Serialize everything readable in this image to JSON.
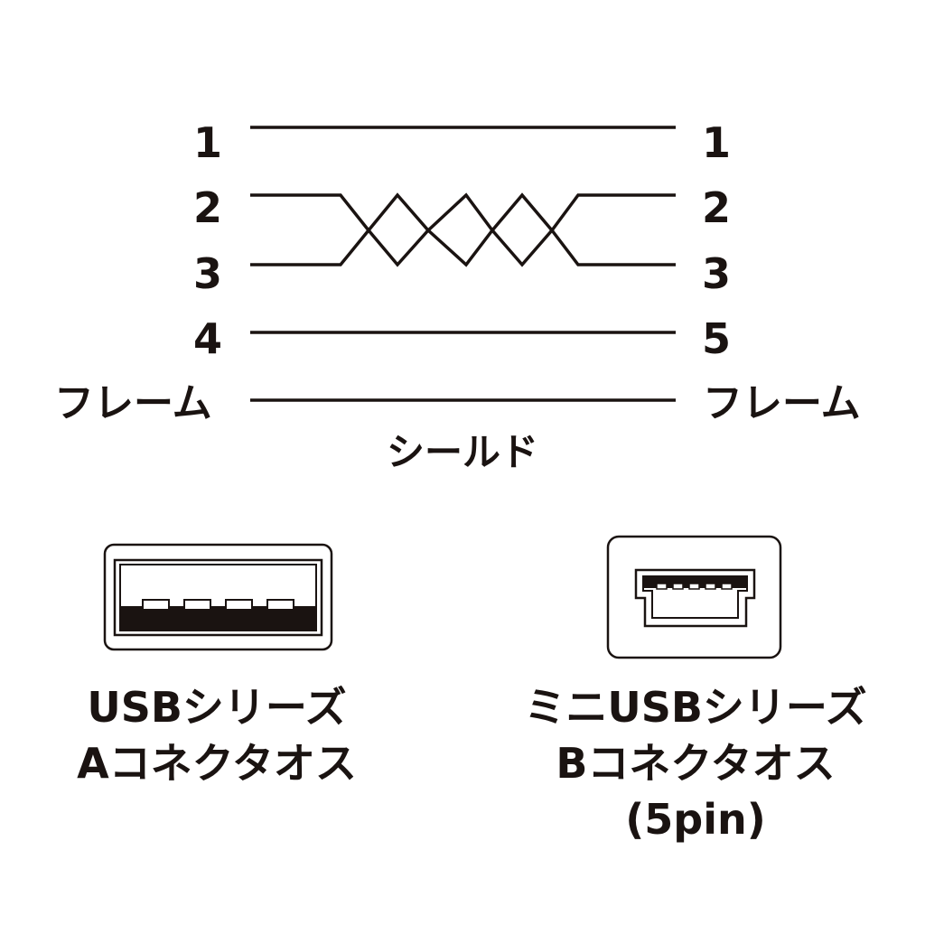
{
  "wiring": {
    "left_pins": [
      "1",
      "2",
      "3",
      "4"
    ],
    "right_pins": [
      "1",
      "2",
      "3",
      "5"
    ],
    "frame_left": "フレーム",
    "frame_right": "フレーム",
    "shield_label": "シールド",
    "line_color": "#1a1311"
  },
  "connectors": {
    "usb_a": {
      "line1": "USBシリーズ",
      "line2": "Aコネクタオス",
      "pin_count": 4
    },
    "mini_usb_b": {
      "line1": "ミニUSBシリーズ",
      "line2": "Bコネクタオス",
      "line3": "(5pin)",
      "pin_count": 5
    }
  }
}
